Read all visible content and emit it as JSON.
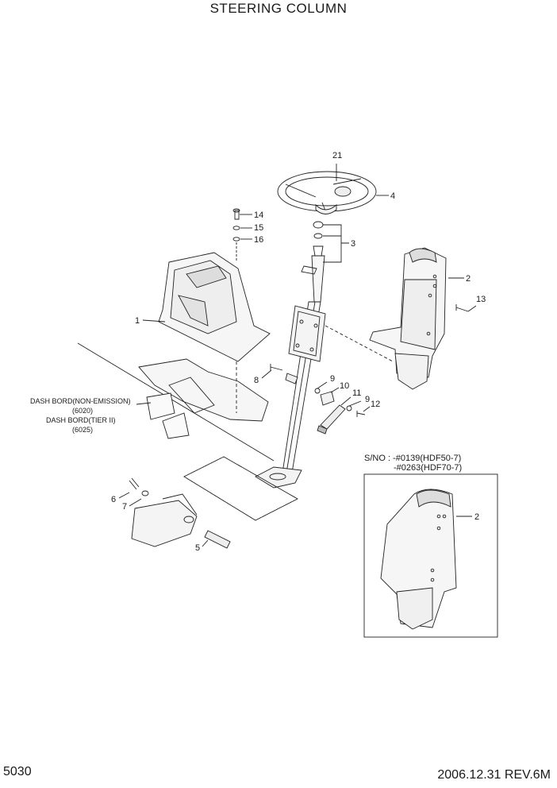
{
  "header": {
    "title": "STEERING COLUMN"
  },
  "footer": {
    "page_number": "5030",
    "revision": "2006.12.31 REV.6M"
  },
  "callouts": {
    "p1": "1",
    "p2": "2",
    "p2b": "2",
    "p3": "3",
    "p4": "4",
    "p5": "5",
    "p6": "6",
    "p7": "7",
    "p8": "8",
    "p9a": "9",
    "p9b": "9",
    "p10": "10",
    "p11": "11",
    "p12": "12",
    "p13": "13",
    "p14": "14",
    "p15": "15",
    "p16": "16",
    "p21": "21"
  },
  "notes": {
    "dash_non_emission": "DASH BORD(NON-EMISSION)",
    "dash_non_emission_ref": "(6020)",
    "dash_tier": "DASH BORD(TIER II)",
    "dash_tier_ref": "(6025)"
  },
  "serial_note": {
    "line1": "S/NO : -#0139(HDF50-7)",
    "line2": "-#0263(HDF70-7)"
  }
}
